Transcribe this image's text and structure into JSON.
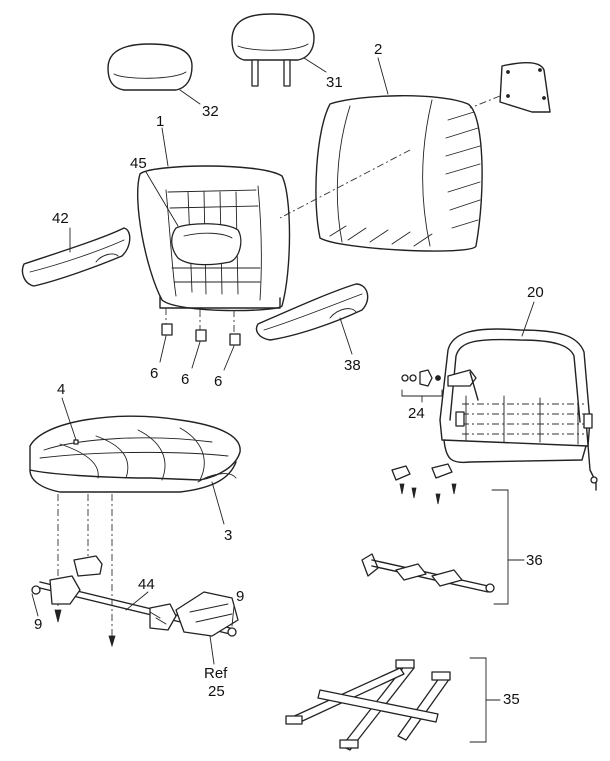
{
  "callouts": [
    {
      "id": "c1",
      "text": "1"
    },
    {
      "id": "c2",
      "text": "2"
    },
    {
      "id": "c3",
      "text": "3"
    },
    {
      "id": "c4",
      "text": "4"
    },
    {
      "id": "c6a",
      "text": "6"
    },
    {
      "id": "c6b",
      "text": "6"
    },
    {
      "id": "c6c",
      "text": "6"
    },
    {
      "id": "c9a",
      "text": "9"
    },
    {
      "id": "c9b",
      "text": "9"
    },
    {
      "id": "c20",
      "text": "20"
    },
    {
      "id": "c24",
      "text": "24"
    },
    {
      "id": "c25ref",
      "text": "Ref"
    },
    {
      "id": "c25",
      "text": "25"
    },
    {
      "id": "c31",
      "text": "31"
    },
    {
      "id": "c32",
      "text": "32"
    },
    {
      "id": "c35",
      "text": "35"
    },
    {
      "id": "c36",
      "text": "36"
    },
    {
      "id": "c38",
      "text": "38"
    },
    {
      "id": "c42",
      "text": "42"
    },
    {
      "id": "c44",
      "text": "44"
    },
    {
      "id": "c45",
      "text": "45"
    }
  ]
}
